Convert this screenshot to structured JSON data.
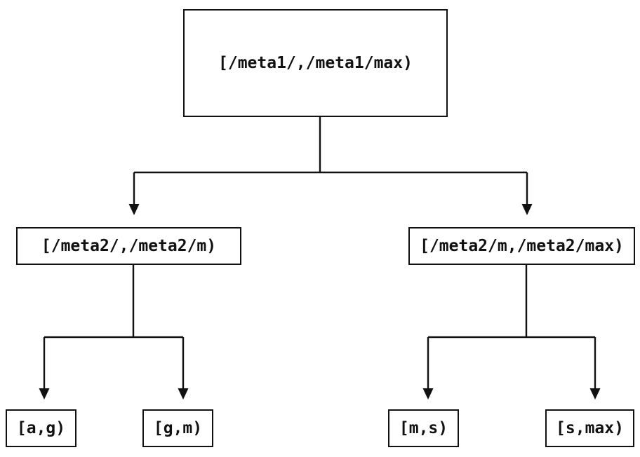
{
  "diagram": {
    "type": "tree",
    "description": "Binary range-partition tree diagram",
    "colors": {
      "background": "#ffffff",
      "line": "#111111",
      "box_border": "#111111",
      "text": "#111111"
    },
    "nodes": {
      "root": {
        "label": "[/meta1/,/meta1/max)"
      },
      "meta2_low": {
        "label": "[/meta2/,/meta2/m)"
      },
      "meta2_high": {
        "label": "[/meta2/m,/meta2/max)"
      },
      "leaf_ag": {
        "label": "[a,g)"
      },
      "leaf_gm": {
        "label": "[g,m)"
      },
      "leaf_ms": {
        "label": "[m,s)"
      },
      "leaf_smax": {
        "label": "[s,max)"
      }
    },
    "edges": [
      {
        "from": "root",
        "to": "meta2_low"
      },
      {
        "from": "root",
        "to": "meta2_high"
      },
      {
        "from": "meta2_low",
        "to": "leaf_ag"
      },
      {
        "from": "meta2_low",
        "to": "leaf_gm"
      },
      {
        "from": "meta2_high",
        "to": "leaf_ms"
      },
      {
        "from": "meta2_high",
        "to": "leaf_smax"
      }
    ]
  }
}
